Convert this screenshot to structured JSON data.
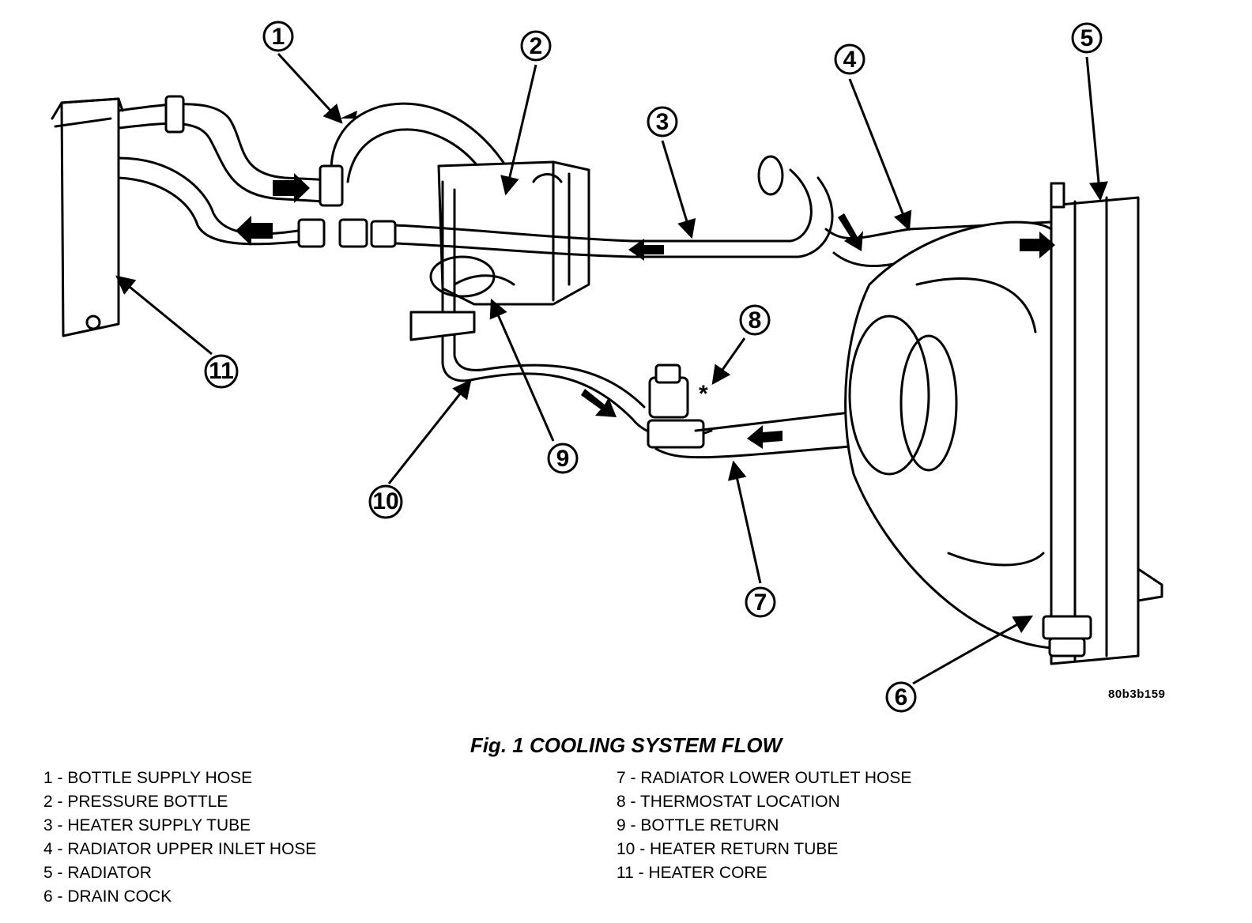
{
  "figure": {
    "caption": "Fig. 1 COOLING SYSTEM FLOW",
    "reference_id": "80b3b159"
  },
  "callouts": [
    "1",
    "2",
    "3",
    "4",
    "5",
    "6",
    "7",
    "8",
    "9",
    "10",
    "11"
  ],
  "thermostat_marker": "*",
  "legend": {
    "left": [
      "1 - BOTTLE SUPPLY HOSE",
      "2 - PRESSURE BOTTLE",
      "3 - HEATER SUPPLY TUBE",
      "4 - RADIATOR UPPER INLET HOSE",
      "5 - RADIATOR",
      "6 - DRAIN COCK"
    ],
    "right": [
      "7 - RADIATOR LOWER OUTLET HOSE",
      "8 - THERMOSTAT LOCATION",
      "9 - BOTTLE RETURN",
      "10 - HEATER RETURN TUBE",
      "11 - HEATER CORE"
    ]
  }
}
